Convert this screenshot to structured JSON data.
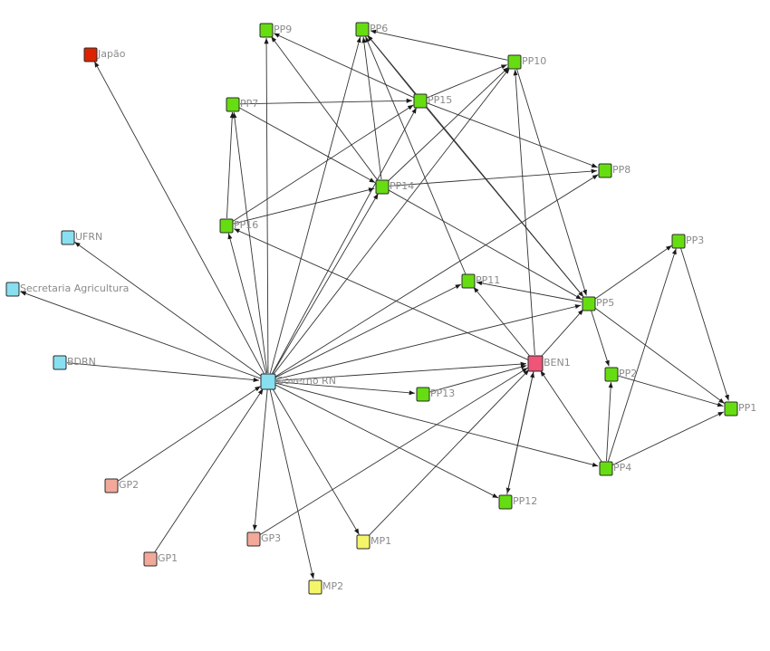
{
  "colors": {
    "producer": "#66dd11",
    "government": "#88dff0",
    "public_group": "#f2a99a",
    "municipality": "#f5f56a",
    "foreign": "#dd2200",
    "bank": "#ee5577"
  },
  "nodes": [
    {
      "id": "gov",
      "label": "Governo RN",
      "group": "government"
    },
    {
      "id": "japao",
      "label": "Japão",
      "group": "foreign"
    },
    {
      "id": "ufrn",
      "label": "UFRN",
      "group": "government"
    },
    {
      "id": "secag",
      "label": "Secretaria Agricultura",
      "group": "government"
    },
    {
      "id": "bdrn",
      "label": "BDRN",
      "group": "government"
    },
    {
      "id": "gp2",
      "label": "GP2",
      "group": "public_group"
    },
    {
      "id": "gp1",
      "label": "GP1",
      "group": "public_group"
    },
    {
      "id": "gp3",
      "label": "GP3",
      "group": "public_group"
    },
    {
      "id": "mp1",
      "label": "MP1",
      "group": "municipality"
    },
    {
      "id": "mp2",
      "label": "MP2",
      "group": "municipality"
    },
    {
      "id": "ben1",
      "label": "BEN1",
      "group": "bank"
    },
    {
      "id": "pp1",
      "label": "PP1",
      "group": "producer"
    },
    {
      "id": "pp2",
      "label": "PP2",
      "group": "producer"
    },
    {
      "id": "pp3",
      "label": "PP3",
      "group": "producer"
    },
    {
      "id": "pp4",
      "label": "PP4",
      "group": "producer"
    },
    {
      "id": "pp5",
      "label": "PP5",
      "group": "producer"
    },
    {
      "id": "pp6",
      "label": "PP6",
      "group": "producer"
    },
    {
      "id": "pp7",
      "label": "PP7",
      "group": "producer"
    },
    {
      "id": "pp8",
      "label": "PP8",
      "group": "producer"
    },
    {
      "id": "pp9",
      "label": "PP9",
      "group": "producer"
    },
    {
      "id": "pp10",
      "label": "PP10",
      "group": "producer"
    },
    {
      "id": "pp11",
      "label": "PP11",
      "group": "producer"
    },
    {
      "id": "pp12",
      "label": "PP12",
      "group": "producer"
    },
    {
      "id": "pp13",
      "label": "PP13",
      "group": "producer"
    },
    {
      "id": "pp14",
      "label": "PP14",
      "group": "producer"
    },
    {
      "id": "pp15",
      "label": "PP15",
      "group": "producer"
    },
    {
      "id": "pp16",
      "label": "PP16",
      "group": "producer"
    }
  ],
  "edges": [
    {
      "from": "gov",
      "to": "japao"
    },
    {
      "from": "gov",
      "to": "ufrn"
    },
    {
      "from": "gov",
      "to": "secag"
    },
    {
      "from": "bdrn",
      "to": "gov"
    },
    {
      "from": "gp2",
      "to": "gov"
    },
    {
      "from": "gp1",
      "to": "gov"
    },
    {
      "from": "gov",
      "to": "gp3"
    },
    {
      "from": "gov",
      "to": "mp1"
    },
    {
      "from": "gov",
      "to": "mp2"
    },
    {
      "from": "gov",
      "to": "pp9"
    },
    {
      "from": "gov",
      "to": "pp6"
    },
    {
      "from": "gov",
      "to": "pp7"
    },
    {
      "from": "gov",
      "to": "pp16"
    },
    {
      "from": "gov",
      "to": "pp14"
    },
    {
      "from": "gov",
      "to": "pp15"
    },
    {
      "from": "gov",
      "to": "pp10"
    },
    {
      "from": "gov",
      "to": "pp8"
    },
    {
      "from": "gov",
      "to": "pp11"
    },
    {
      "from": "gov",
      "to": "pp5"
    },
    {
      "from": "gov",
      "to": "ben1"
    },
    {
      "from": "gov",
      "to": "pp13"
    },
    {
      "from": "gov",
      "to": "pp12"
    },
    {
      "from": "gov",
      "to": "pp4"
    },
    {
      "from": "pp7",
      "to": "pp15"
    },
    {
      "from": "pp7",
      "to": "pp14"
    },
    {
      "from": "pp16",
      "to": "pp7"
    },
    {
      "from": "pp16",
      "to": "pp15"
    },
    {
      "from": "pp16",
      "to": "pp14"
    },
    {
      "from": "ben1",
      "to": "pp16"
    },
    {
      "from": "pp14",
      "to": "pp9"
    },
    {
      "from": "pp14",
      "to": "pp6"
    },
    {
      "from": "pp14",
      "to": "pp10"
    },
    {
      "from": "pp14",
      "to": "pp8"
    },
    {
      "from": "pp14",
      "to": "pp5"
    },
    {
      "from": "pp15",
      "to": "pp9"
    },
    {
      "from": "pp15",
      "to": "pp6"
    },
    {
      "from": "pp15",
      "to": "pp10"
    },
    {
      "from": "pp15",
      "to": "pp8"
    },
    {
      "from": "pp15",
      "to": "pp5"
    },
    {
      "from": "pp10",
      "to": "pp6"
    },
    {
      "from": "pp10",
      "to": "pp5"
    },
    {
      "from": "pp11",
      "to": "pp6"
    },
    {
      "from": "pp5",
      "to": "pp11"
    },
    {
      "from": "pp5",
      "to": "pp6"
    },
    {
      "from": "pp5",
      "to": "pp3"
    },
    {
      "from": "pp5",
      "to": "pp2"
    },
    {
      "from": "pp5",
      "to": "pp1"
    },
    {
      "from": "ben1",
      "to": "pp11"
    },
    {
      "from": "ben1",
      "to": "pp10"
    },
    {
      "from": "ben1",
      "to": "pp5"
    },
    {
      "from": "ben1",
      "to": "pp12"
    },
    {
      "from": "pp12",
      "to": "ben1"
    },
    {
      "from": "pp4",
      "to": "ben1"
    },
    {
      "from": "pp4",
      "to": "pp3"
    },
    {
      "from": "pp4",
      "to": "pp2"
    },
    {
      "from": "pp4",
      "to": "pp1"
    },
    {
      "from": "pp3",
      "to": "pp1"
    },
    {
      "from": "pp2",
      "to": "pp1"
    },
    {
      "from": "gp3",
      "to": "ben1"
    },
    {
      "from": "mp1",
      "to": "ben1"
    },
    {
      "from": "pp13",
      "to": "ben1"
    }
  ]
}
